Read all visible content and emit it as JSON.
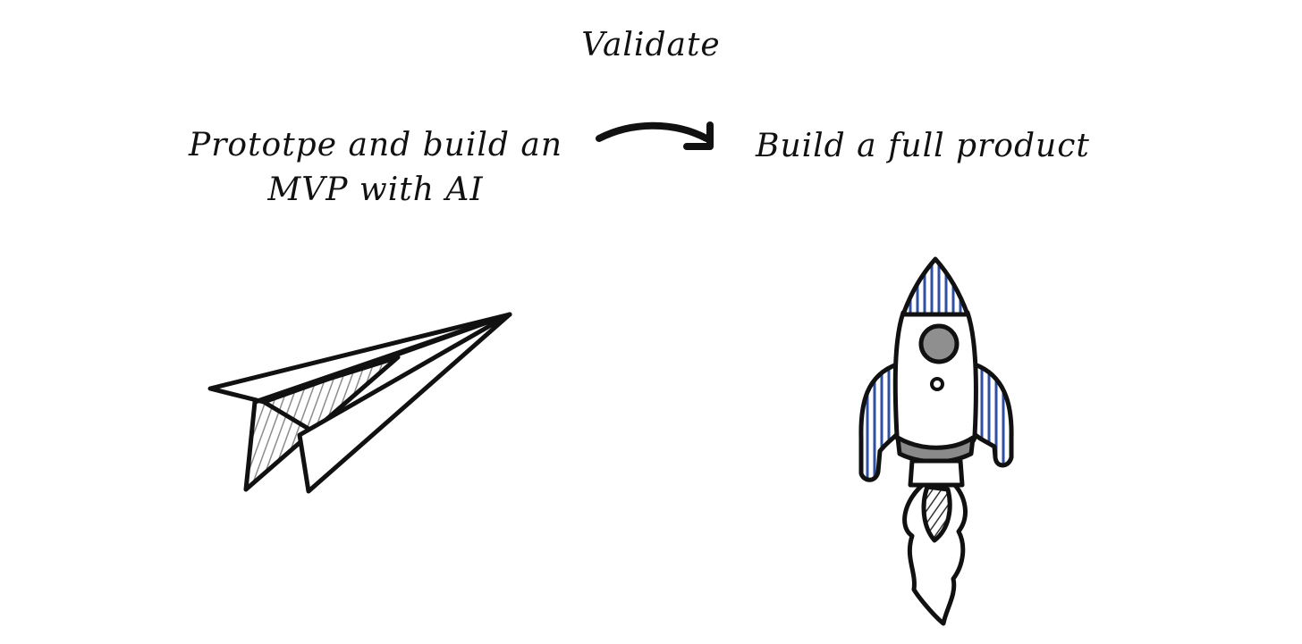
{
  "title": "Validate",
  "steps": {
    "mvp": {
      "label_line1": "Prototpe and build an",
      "label_line2": "MVP with AI",
      "icon": "paper-plane-icon"
    },
    "product": {
      "label": "Build a full product",
      "icon": "rocket-icon"
    },
    "connector": "arrow-right-icon"
  },
  "colors": {
    "ink": "#111111",
    "accent_blue": "#2f4fa0",
    "hatch_gray": "#9a9a9a"
  }
}
